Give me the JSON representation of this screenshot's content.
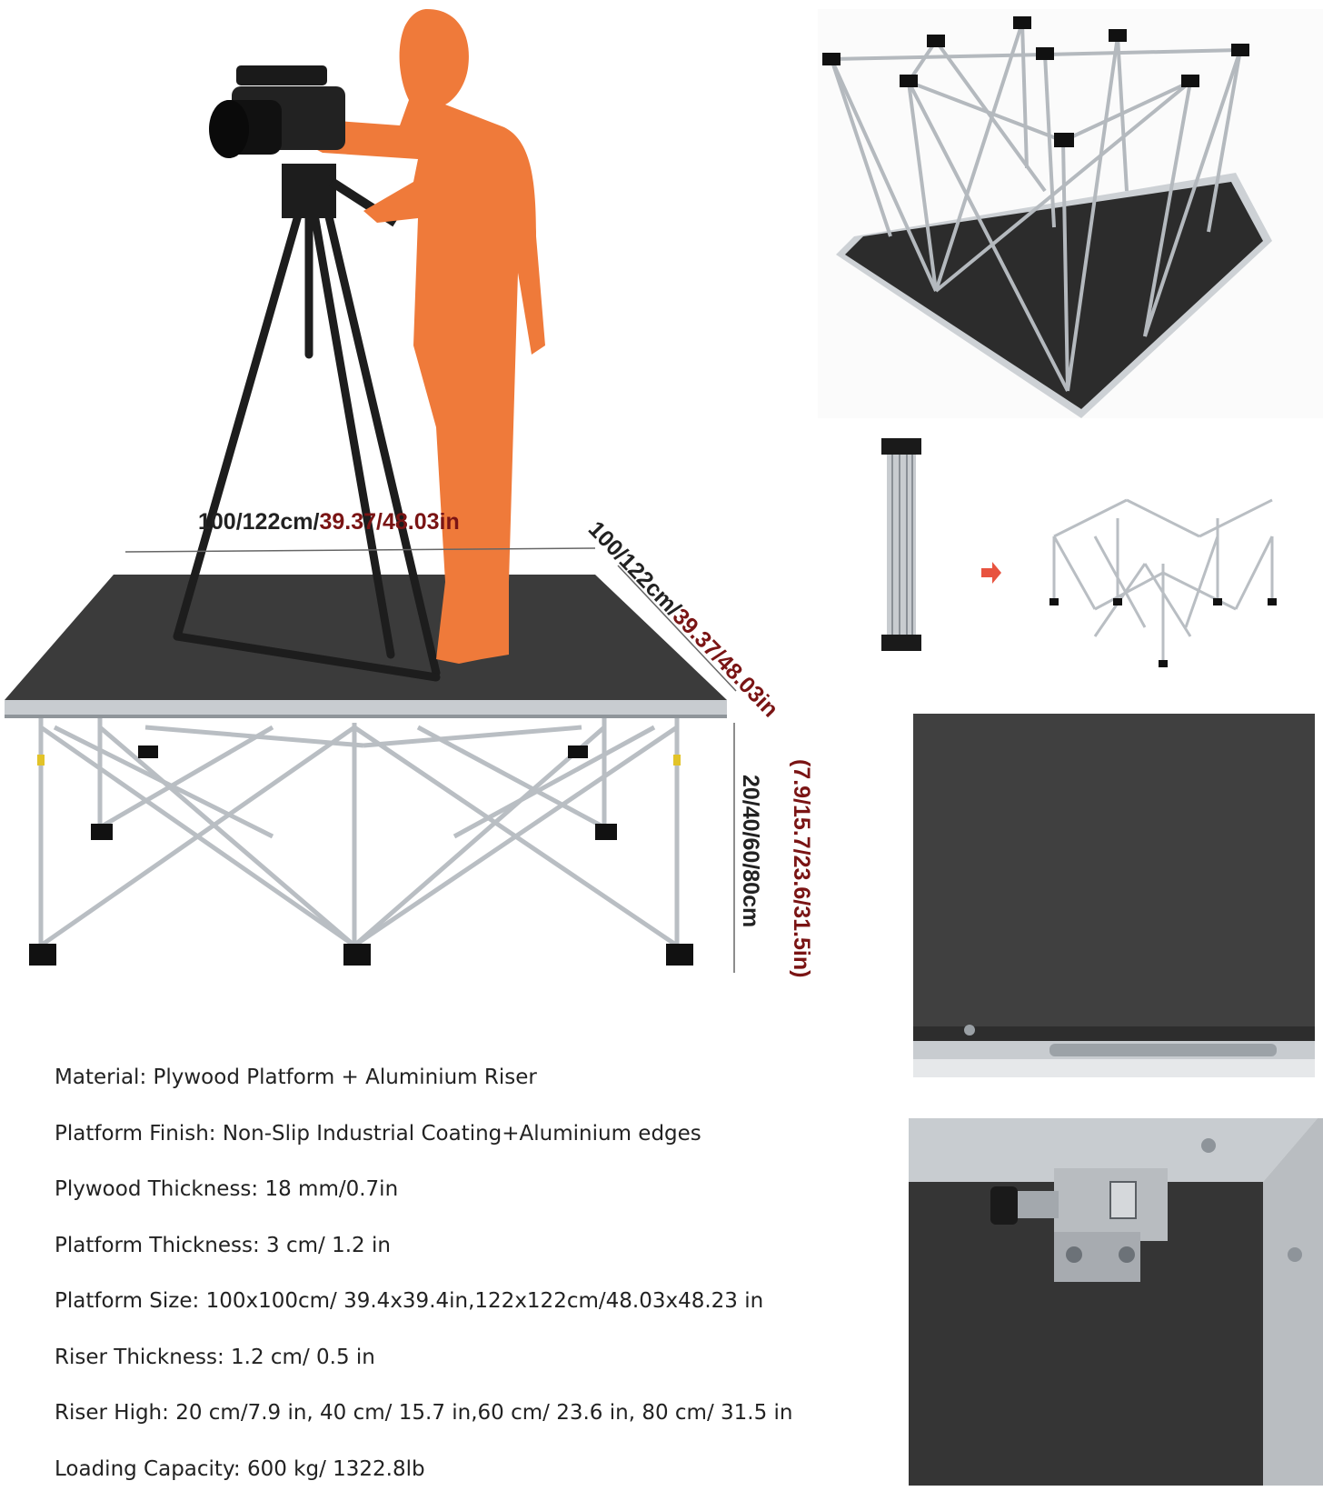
{
  "dimensions": {
    "width_cm": "100/122cm/",
    "width_in": "39.37/48.03in",
    "depth_cm": "100/122cm/",
    "depth_in": "39.37/48.03in",
    "height_cm": "20/40/60/80cm",
    "height_in": "(7.9/15.7/23.6/31.5in)"
  },
  "specs": [
    "Material: Plywood Platform + Aluminium Riser",
    "Platform Finish: Non-Slip Industrial Coating+Aluminium edges",
    "Plywood Thickness: 18 mm/0.7in",
    "Platform Thickness: 3 cm/ 1.2 in",
    "Platform Size: 100x100cm/ 39.4x39.4in,122x122cm/48.03x48.23 in",
    "Riser Thickness: 1.2 cm/ 0.5 in",
    "Riser High: 20 cm/7.9 in, 40 cm/ 15.7 in,60 cm/ 23.6 in, 80 cm/ 31.5 in",
    "Loading Capacity: 600 kg/ 1322.8lb"
  ],
  "colors": {
    "deck": "#3a3a3a",
    "aluminium": "#c4c8cc",
    "silhouette": "#ef7a3a",
    "accent_red": "#7a1414"
  }
}
